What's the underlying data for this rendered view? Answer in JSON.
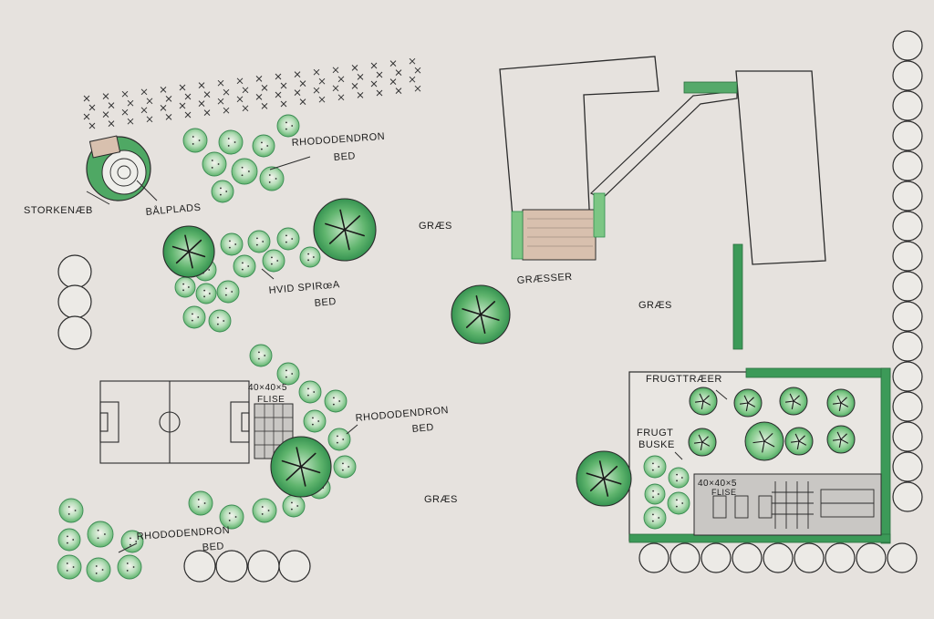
{
  "labels": {
    "rhododendron_bed_top": [
      "RHODODENDRON",
      "BED"
    ],
    "storkenaeb": "STORKENÆB",
    "baalplads": "BÅLPLADS",
    "hvid_spiraea_bed": [
      "HVID SPIRœA",
      "BED"
    ],
    "graes_top": "GRÆS",
    "graesser": "GRÆSSER",
    "graes_right": "GRÆS",
    "flise_left": [
      "40×40×5",
      "FLISE"
    ],
    "rhododendron_bed_mid": [
      "RHODODENDRON",
      "BED"
    ],
    "graes_bottom": "GRÆS",
    "rhododendron_bed_bottom": [
      "RHODODENDRON",
      "BED"
    ],
    "frugttraeer": "FRUGTTRÆER",
    "frugtbuske": [
      "FRUGT",
      "BUSKE"
    ],
    "flise_right": [
      "40×40×5",
      "FLISE"
    ]
  },
  "colors": {
    "paper": "#e6e2de",
    "ink": "#2b2b2b",
    "shrub_green": "#6cbf78",
    "tree_green": "#2f9150",
    "hedge_green": "#2e8b4e",
    "path_brown": "#d8c0ae",
    "tile_grey": "#c9c7c4"
  }
}
